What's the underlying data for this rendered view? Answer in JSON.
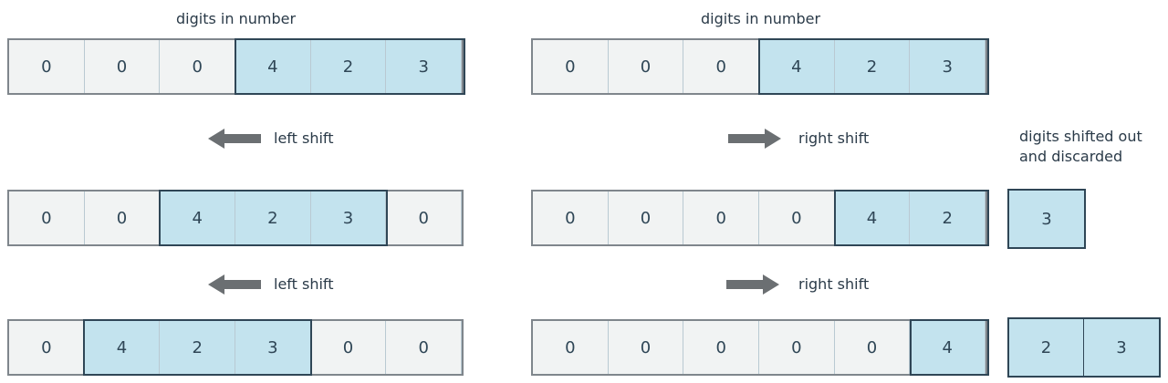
{
  "labels": {
    "digits_left": "digits in number",
    "digits_right": "digits in number",
    "left_shift_1": "left shift",
    "left_shift_2": "left shift",
    "right_shift_1": "right shift",
    "right_shift_2": "right shift",
    "discarded_line1": "digits shifted out",
    "discarded_line2": "and discarded"
  },
  "left": {
    "row1": [
      "0",
      "0",
      "0",
      "4",
      "2",
      "3"
    ],
    "row2": [
      "0",
      "0",
      "4",
      "2",
      "3",
      "0"
    ],
    "row3": [
      "0",
      "4",
      "2",
      "3",
      "0",
      "0"
    ]
  },
  "right": {
    "row1": [
      "0",
      "0",
      "0",
      "4",
      "2",
      "3"
    ],
    "row2": [
      "0",
      "0",
      "0",
      "0",
      "4",
      "2"
    ],
    "row3": [
      "0",
      "0",
      "0",
      "0",
      "0",
      "4"
    ]
  },
  "discarded": {
    "row2": [
      "3"
    ],
    "row3": [
      "2",
      "3"
    ]
  },
  "highlight_ranges": {
    "left_row1": [
      3,
      5
    ],
    "left_row2": [
      2,
      4
    ],
    "left_row3": [
      1,
      3
    ],
    "right_row1": [
      3,
      5
    ],
    "right_row2": [
      4,
      5
    ],
    "right_row3": [
      5,
      5
    ]
  },
  "colors": {
    "highlight": "#c3e3ee",
    "unhighlighted": "#f1f3f3",
    "dark_border": "#2f4656",
    "arrow": "#6b6f72"
  }
}
